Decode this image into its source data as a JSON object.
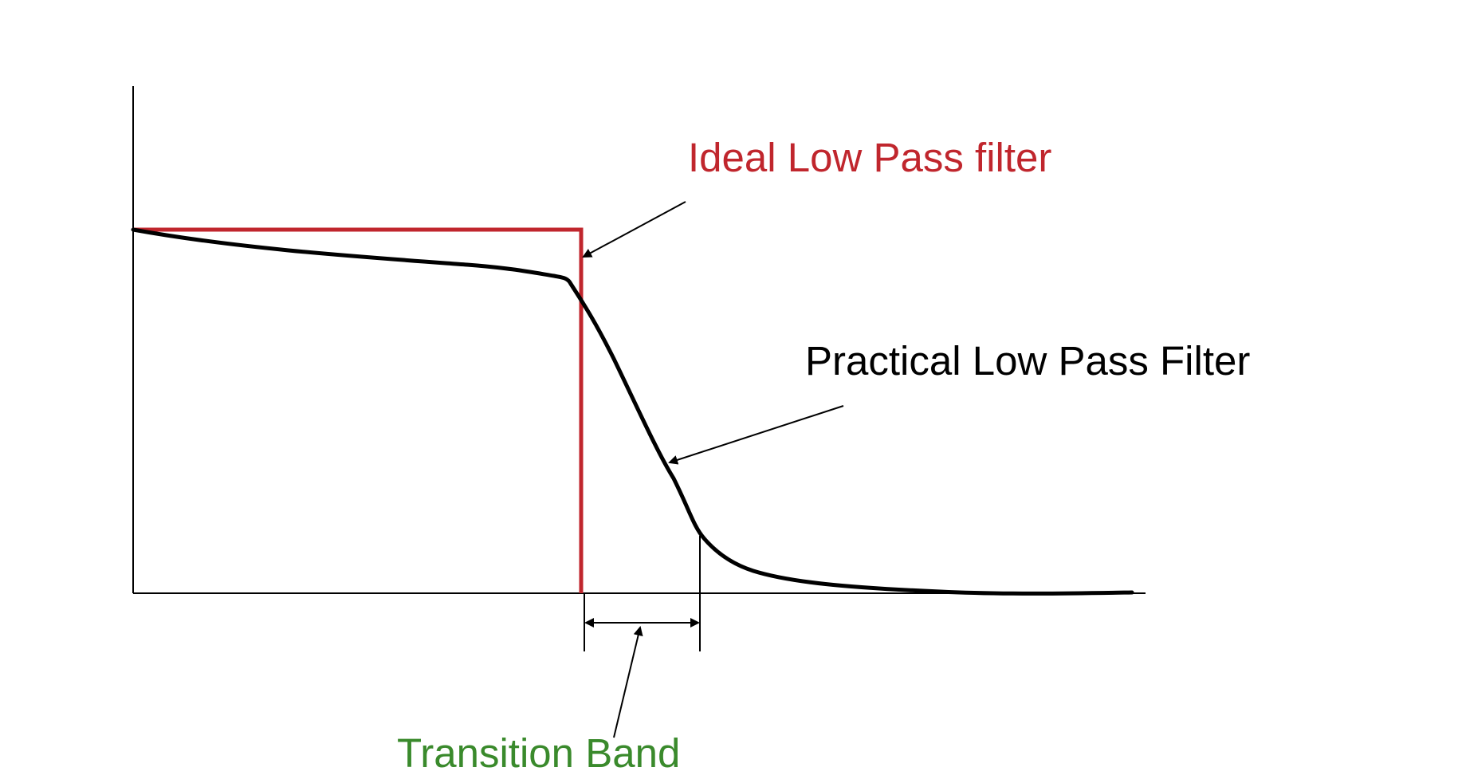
{
  "labels": {
    "ideal": "Ideal Low Pass filter",
    "practical": "Practical Low Pass Filter",
    "transition": "Transition Band"
  },
  "colors": {
    "ideal": "#c0262d",
    "practical": "#000000",
    "transition": "#3a8a2c",
    "axes": "#000000"
  }
}
